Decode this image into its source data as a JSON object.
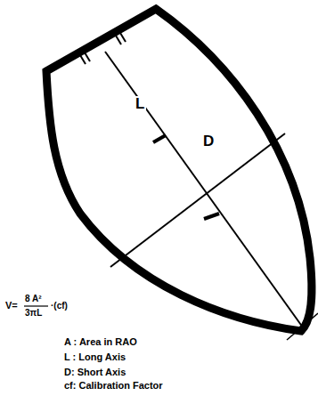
{
  "diagram": {
    "labels": [
      "L",
      "D",
      "V=",
      "8 A²",
      "3πL",
      "·(cf)",
      "A : Area in RAO",
      "L : Long Axis",
      "D: Short Axis",
      "cf: Calibration Factor"
    ]
  }
}
